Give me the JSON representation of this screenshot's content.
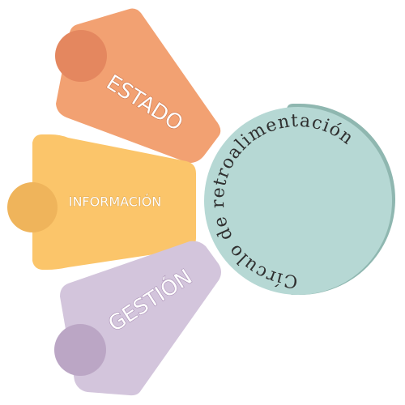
{
  "diagram": {
    "center_title": "Círculo de retroalimentación",
    "items": [
      {
        "key": "estado",
        "label": "ESTADO"
      },
      {
        "key": "informacion",
        "label": "INFORMACIÓN"
      },
      {
        "key": "gestion",
        "label": "GESTIÓN"
      }
    ]
  },
  "colors": {
    "estado_fill": "#F2A172",
    "estado_circle": "#E4875F",
    "informacion_fill": "#FBC56A",
    "informacion_circle": "#EFB45B",
    "gestion_fill": "#D3C5DC",
    "gestion_circle": "#BBA6C5",
    "center_back": "#8FB7B0",
    "center_front": "#B6D8D4",
    "center_text": "#2F2F2F"
  }
}
